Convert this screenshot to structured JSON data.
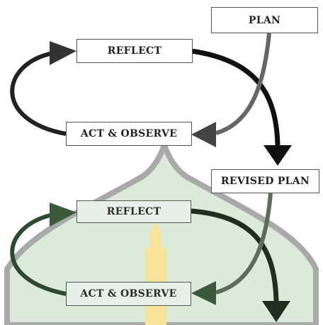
{
  "diagram": {
    "nodes": {
      "plan": "PLAN",
      "reflect_1": "REFLECT",
      "act_observe_1": "ACT & OBSERVE",
      "revised_plan": "REVISED PLAN",
      "reflect_2": "REFLECT",
      "act_observe_2": "ACT & OBSERVE"
    },
    "edges": [
      {
        "from": "plan",
        "to": "act_observe_1"
      },
      {
        "from": "act_observe_1",
        "to": "reflect_1"
      },
      {
        "from": "reflect_1",
        "to": "revised_plan"
      },
      {
        "from": "revised_plan",
        "to": "act_observe_2"
      },
      {
        "from": "act_observe_2",
        "to": "reflect_2"
      },
      {
        "from": "reflect_2",
        "to": "next_cycle"
      }
    ]
  },
  "colors": {
    "upper_arrow": "#111111",
    "plan_arrow": "#666666",
    "lower_arrow_dark": "#1f2f1f",
    "lower_arrow_mid": "#3b5a3b",
    "watermark_green": "#dcebd9",
    "watermark_outline": "#a9a9a9",
    "watermark_yellow": "#f7e39a"
  },
  "watermark": "dome-logo"
}
